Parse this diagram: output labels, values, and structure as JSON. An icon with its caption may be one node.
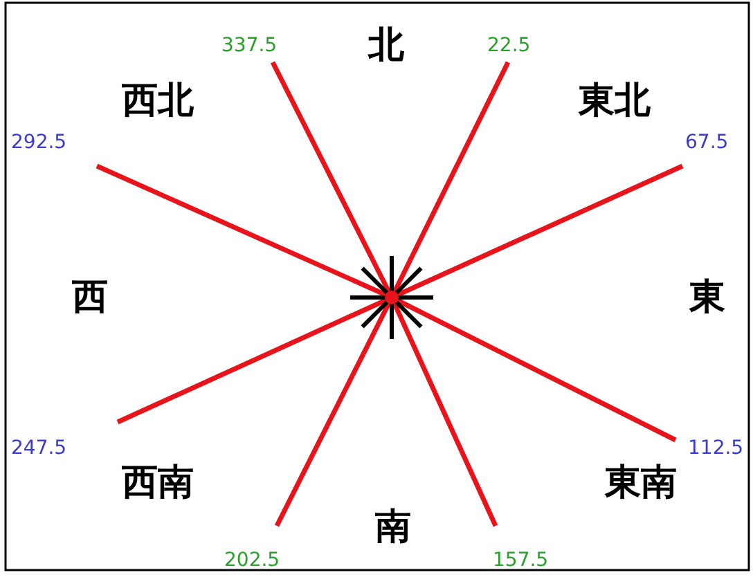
{
  "diagram": {
    "labels": [
      "337.5",
      "北",
      "22.5",
      "西北",
      "東北",
      "292.5",
      "67.5",
      "西",
      "東",
      "247.5",
      "112.5",
      "西南",
      "東南",
      "南",
      "202.5",
      "157.5"
    ]
  }
}
